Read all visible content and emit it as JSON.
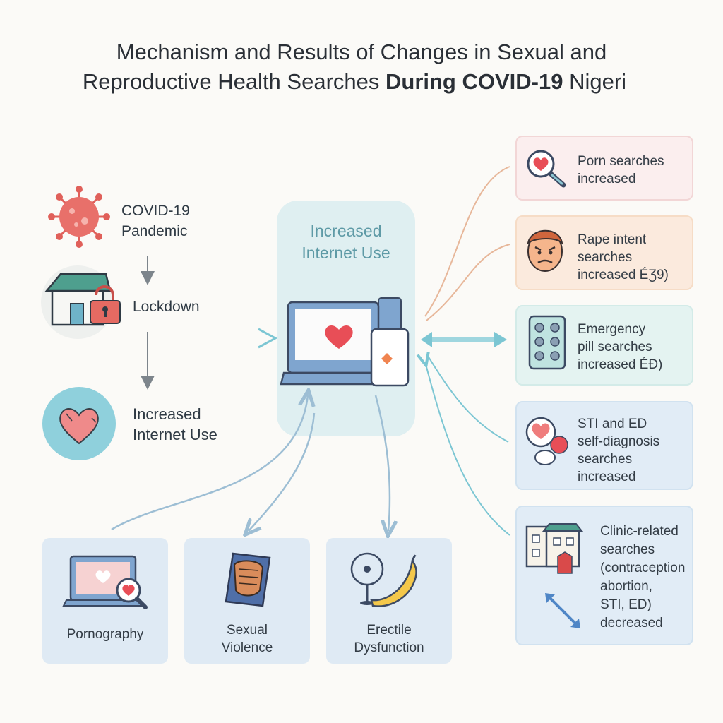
{
  "title": {
    "line1": "Mechanism and Results of Changes in Sexual and",
    "line2_regular": "Reproductive Health Searches ",
    "line2_bold": "During COVID-19",
    "line2_tail": " Nigeri"
  },
  "left_chain": [
    {
      "icon": "virus-icon",
      "label": "COVID-19\nPandemic"
    },
    {
      "icon": "locked-house-icon",
      "label": "Lockdown"
    },
    {
      "icon": "heart-icon",
      "label": "Increased\nInternet Use"
    }
  ],
  "center": {
    "title": "Increased\nInternet Use",
    "icon": "laptop-phone-heart-icon"
  },
  "right_cards": [
    {
      "icon": "heart-magnifier-icon",
      "label": "Porn searches\nincreased",
      "bg": "#fbeeee",
      "border": "#f2d6d6"
    },
    {
      "icon": "angry-face-icon",
      "label": "Rape intent\nsearches\nincreased ÉƷ9)",
      "bg": "#fbeadd",
      "border": "#f6dcc6"
    },
    {
      "icon": "pill-pack-icon",
      "label": "Emergency\npill searches\nincreased ÉĐ)",
      "bg": "#e4f3f1",
      "border": "#d3ebe8"
    },
    {
      "icon": "heart-apple-icon",
      "label": "STI and ED\nself-diagnosis\nsearches\nincreased",
      "bg": "#e1ecf6",
      "border": "#d1e2f0"
    },
    {
      "icon": "clinic-building-icon",
      "label": "Clinic-related\nsearches\n(contraception\nabortion,\nSTI, ED)\ndecreased",
      "bg": "#e1ecf6",
      "border": "#d1e2f0"
    }
  ],
  "bottom_cards": [
    {
      "icon": "laptop-magnifier-icon",
      "label": "Pornography"
    },
    {
      "icon": "fist-icon",
      "label": "Sexual\nViolence"
    },
    {
      "icon": "banana-icon",
      "label": "Erectile\nDysfunction"
    }
  ],
  "colors": {
    "accent_teal": "#7cc6d3",
    "center_title": "#5e9aa6",
    "virus": "#e0605a",
    "heart": "#e84e57"
  }
}
